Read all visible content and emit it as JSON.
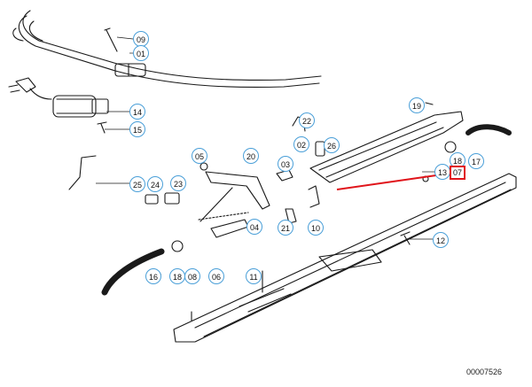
{
  "diagram": {
    "drawing_number": "00007526",
    "callouts": [
      "09",
      "01",
      "14",
      "15",
      "22",
      "02",
      "26",
      "03",
      "05",
      "20",
      "25",
      "24",
      "23",
      "04",
      "21",
      "10",
      "19",
      "13",
      "18",
      "07",
      "17",
      "12",
      "16",
      "18",
      "08",
      "06",
      "11"
    ],
    "highlight": {
      "label": "07",
      "color": "#e0141a"
    },
    "callout_color": "#4a9fd8"
  }
}
